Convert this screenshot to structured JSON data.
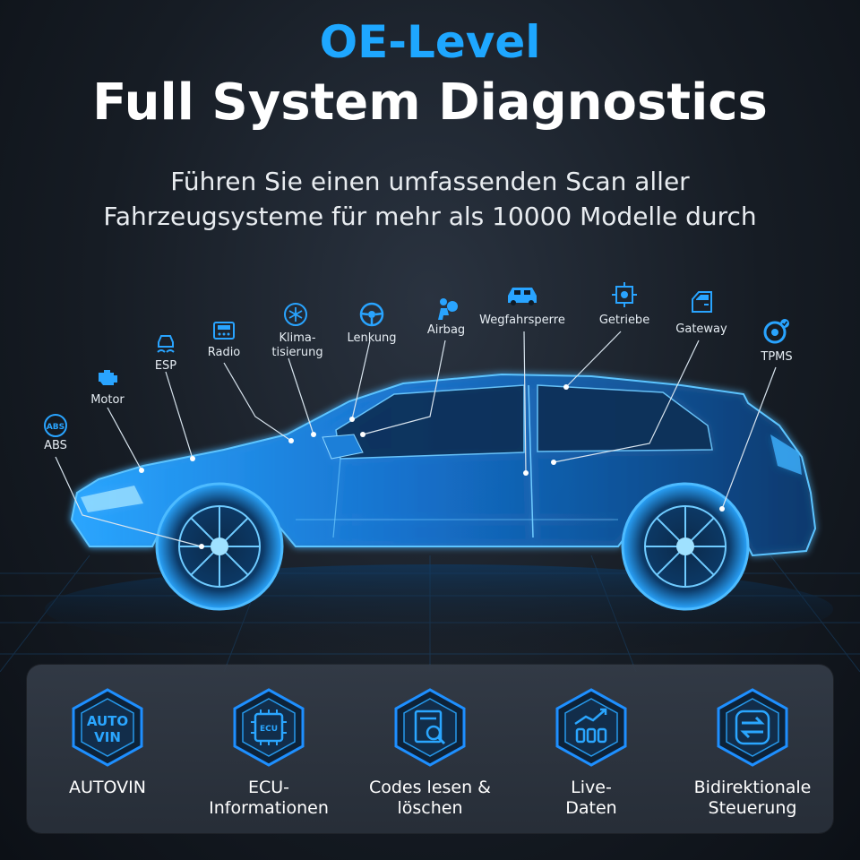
{
  "header": {
    "title_line1": "OE-Level",
    "title_line2": "Full System Diagnostics",
    "subtitle_line1": "Führen Sie einen umfassenden Scan aller",
    "subtitle_line2": "Fahrzeugsysteme für mehr als 10000 Modelle durch"
  },
  "systems": [
    {
      "label": "ABS",
      "icon": "abs-icon"
    },
    {
      "label": "Motor",
      "icon": "engine-icon"
    },
    {
      "label": "ESP",
      "icon": "esp-icon"
    },
    {
      "label": "Radio",
      "icon": "radio-icon"
    },
    {
      "label_line1": "Klima-",
      "label_line2": "tisierung",
      "icon": "climate-icon"
    },
    {
      "label": "Lenkung",
      "icon": "steering-icon"
    },
    {
      "label": "Airbag",
      "icon": "airbag-icon"
    },
    {
      "label": "Wegfahrsperre",
      "icon": "immobilizer-car-icon"
    },
    {
      "label": "Getriebe",
      "icon": "transmission-icon"
    },
    {
      "label": "Gateway",
      "icon": "gateway-door-icon"
    },
    {
      "label": "TPMS",
      "icon": "tire-pressure-icon"
    }
  ],
  "features": [
    {
      "label_line1": "AUTOVIN",
      "label_line2": "",
      "icon": "autovin-icon",
      "icon_text_line1": "AUTO",
      "icon_text_line2": "VIN"
    },
    {
      "label_line1": "ECU-",
      "label_line2": "Informationen",
      "icon": "ecu-chip-icon",
      "icon_text": "ECU"
    },
    {
      "label_line1": "Codes lesen &",
      "label_line2": "löschen",
      "icon": "code-scan-icon"
    },
    {
      "label_line1": "Live-",
      "label_line2": "Daten",
      "icon": "live-data-chart-icon"
    },
    {
      "label_line1": "Bidirektionale",
      "label_line2": "Steuerung",
      "icon": "bidirectional-arrows-icon"
    }
  ],
  "colors": {
    "accent": "#1ea7ff",
    "car_glow": "#1c8ff0",
    "background": "#161c24",
    "panel": "#343c48"
  }
}
